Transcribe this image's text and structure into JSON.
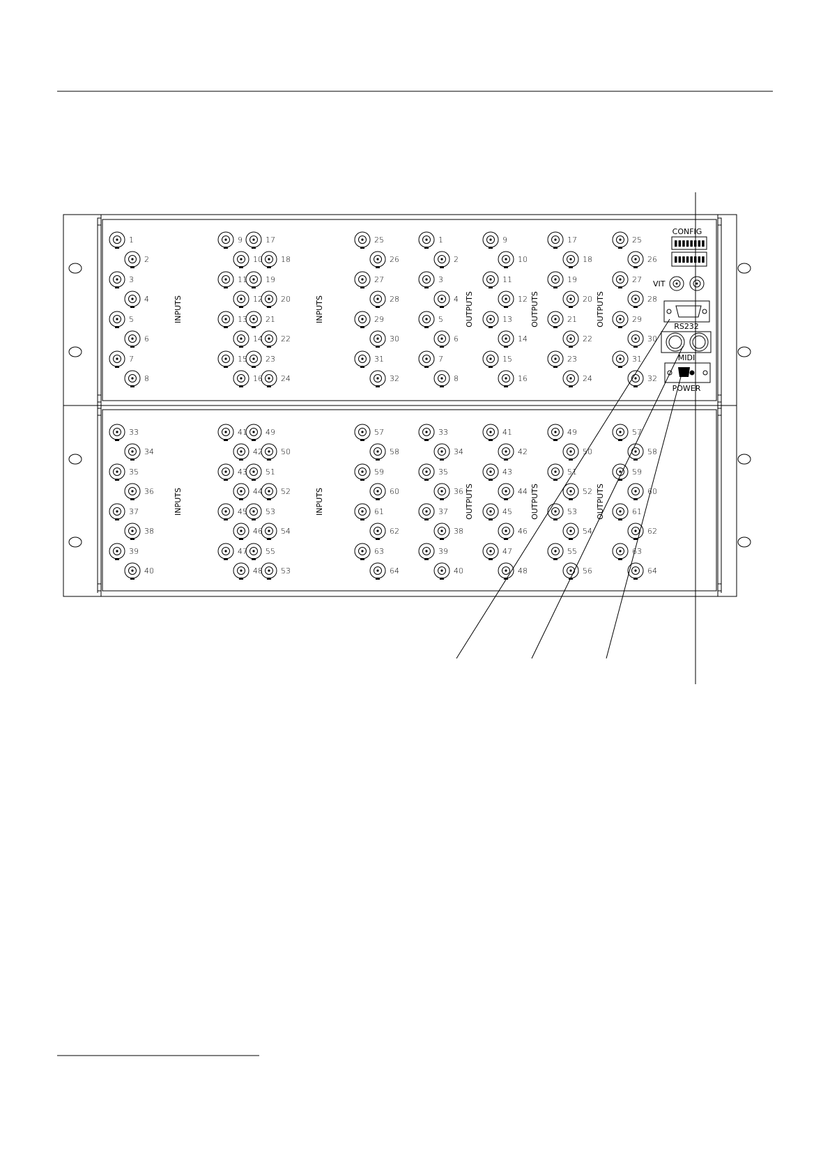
{
  "diagram": {
    "input_section_label": "INPUTS",
    "output_section_label": "OUTPUTS",
    "panels": [
      {
        "inputs": [
          [
            1,
            2,
            3,
            4,
            5,
            6,
            7,
            8
          ],
          [
            9,
            10,
            11,
            12,
            13,
            14,
            15,
            16
          ],
          [
            17,
            18,
            19,
            20,
            21,
            22,
            23,
            24
          ],
          [
            25,
            26,
            27,
            28,
            29,
            30,
            31,
            32
          ]
        ],
        "outputs": [
          [
            1,
            2,
            3,
            4,
            5,
            6,
            7,
            8
          ],
          [
            9,
            10,
            11,
            12,
            13,
            14,
            15,
            16
          ],
          [
            17,
            18,
            19,
            20,
            21,
            22,
            23,
            24
          ],
          [
            25,
            26,
            27,
            28,
            29,
            30,
            31,
            32
          ]
        ]
      },
      {
        "inputs": [
          [
            33,
            34,
            35,
            36,
            37,
            38,
            39,
            40
          ],
          [
            41,
            42,
            43,
            44,
            45,
            46,
            47,
            48
          ],
          [
            49,
            50,
            51,
            52,
            53,
            54,
            55,
            53
          ],
          [
            57,
            58,
            59,
            60,
            61,
            62,
            63,
            64
          ]
        ],
        "outputs": [
          [
            33,
            34,
            35,
            36,
            37,
            38,
            39,
            40
          ],
          [
            41,
            42,
            43,
            44,
            45,
            46,
            47,
            48
          ],
          [
            49,
            50,
            51,
            52,
            53,
            54,
            55,
            56
          ],
          [
            57,
            58,
            59,
            60,
            61,
            62,
            63,
            64
          ]
        ]
      }
    ],
    "control_labels": {
      "config": "CONFIG",
      "vit": "VIT",
      "rs232": "RS232",
      "midi": "MIDI",
      "power": "POWER"
    }
  }
}
